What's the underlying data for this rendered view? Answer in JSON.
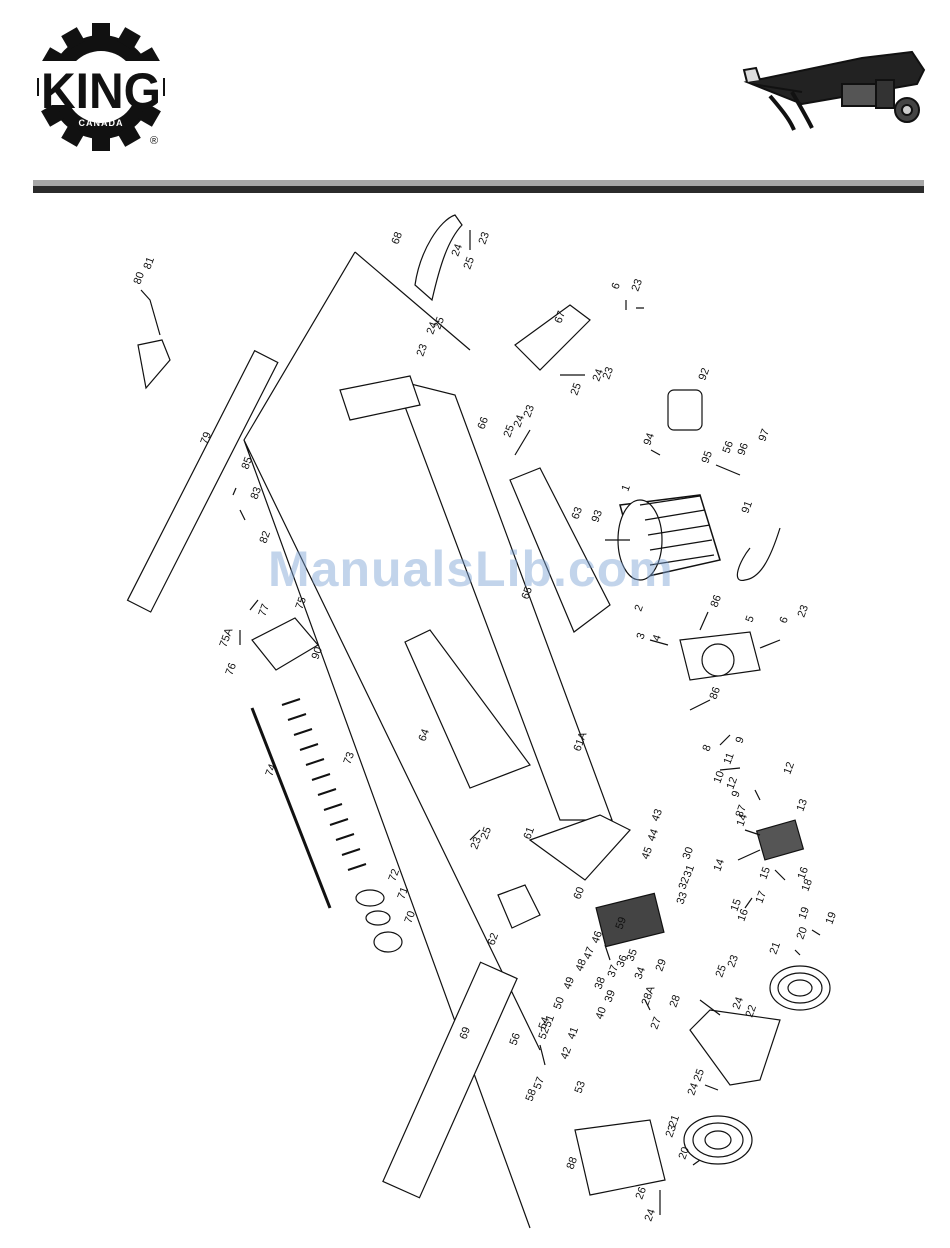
{
  "brand": {
    "logo_text": "KING",
    "logo_subtext": "CANADA",
    "registered_mark": "®"
  },
  "watermark": "ManualsLib.com",
  "parts": {
    "callouts": [
      "1",
      "2",
      "3",
      "4",
      "5",
      "6",
      "6",
      "8",
      "9",
      "9",
      "10",
      "11",
      "12",
      "12",
      "13",
      "14",
      "14",
      "15",
      "15",
      "16",
      "16",
      "17",
      "18",
      "19",
      "19",
      "20",
      "20",
      "21",
      "21",
      "22",
      "23",
      "23",
      "23",
      "23",
      "23",
      "23",
      "23",
      "23",
      "23",
      "24",
      "24",
      "24",
      "24",
      "24",
      "24",
      "24",
      "25",
      "25",
      "25",
      "25",
      "25",
      "25",
      "25",
      "26",
      "27",
      "28",
      "28A",
      "29",
      "30",
      "31",
      "32",
      "33",
      "34",
      "35",
      "36",
      "37",
      "38",
      "39",
      "40",
      "41",
      "42",
      "43",
      "44",
      "45",
      "46",
      "47",
      "48",
      "49",
      "50",
      "51",
      "52",
      "53",
      "54",
      "56",
      "56",
      "57",
      "58",
      "59",
      "60",
      "61",
      "61A",
      "62",
      "63",
      "64",
      "65",
      "66",
      "67",
      "68",
      "69",
      "70",
      "71",
      "72",
      "73",
      "74",
      "75",
      "75A",
      "76",
      "77",
      "79",
      "80",
      "81",
      "82",
      "83",
      "85",
      "86",
      "86",
      "87",
      "88",
      "90",
      "91",
      "92",
      "93",
      "94",
      "95",
      "96",
      "97"
    ]
  },
  "colors": {
    "ink": "#111111",
    "rule_grey": "#a7a7a7",
    "rule_black": "#2b2b2b",
    "watermark": "#78a0d2"
  }
}
